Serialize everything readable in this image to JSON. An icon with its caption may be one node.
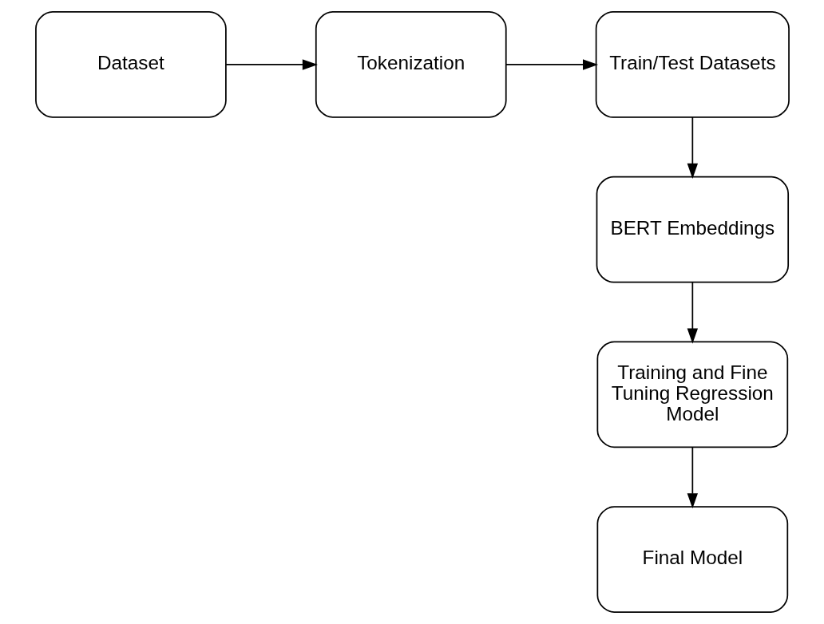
{
  "diagram": {
    "nodes": [
      {
        "text": [
          "Dataset"
        ]
      },
      {
        "text": [
          "Tokenization"
        ]
      },
      {
        "text": [
          "Train/Test Datasets"
        ]
      },
      {
        "text": [
          "BERT Embeddings"
        ]
      },
      {
        "text": [
          "Training and Fine Tuning Regression Model"
        ]
      },
      {
        "text": [
          "Final Model"
        ]
      }
    ],
    "edges": [
      {
        "from": 0,
        "to": 1,
        "arrow": "to"
      },
      {
        "from": 1,
        "to": 2,
        "arrow": "to"
      },
      {
        "from": 2,
        "to": 3,
        "arrow": "to"
      },
      {
        "from": 3,
        "to": 4,
        "arrow": "to"
      },
      {
        "from": 4,
        "to": 5,
        "arrow": "to"
      }
    ]
  }
}
